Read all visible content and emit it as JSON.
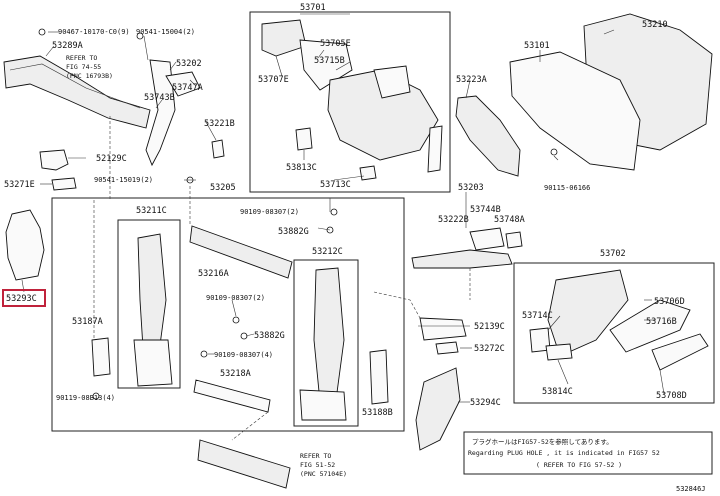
{
  "labels": {
    "p53701": "53701",
    "p53210": "53210",
    "p53101": "53101",
    "p53223a": "53223A",
    "p53707e": "53707E",
    "p53705e": "53705E",
    "p53715b": "53715B",
    "p53813c": "53813C",
    "p53713c": "53713C",
    "f90467": "90467-10170-C0(9)",
    "p53289a": "53289A",
    "f90541a": "90541-15004(2)",
    "p53202": "53202",
    "p53747a": "53747A",
    "p53743b": "53743B",
    "p53221b": "53221B",
    "p52129c": "52129C",
    "p53271e": "53271E",
    "f90541b": "90541-15019(2)",
    "p53205": "53205",
    "p53203": "53203",
    "f90115": "90115-06166",
    "p53211c": "53211C",
    "f90109a": "90109-08307(2)",
    "p53882g_a": "53882G",
    "p53222b": "53222B",
    "p53744b": "53744B",
    "p53748a": "53748A",
    "p53216a": "53216A",
    "p53212c": "53212C",
    "p53702": "53702",
    "p53293c": "53293C",
    "f90109b": "90109-08307(2)",
    "p53187a": "53187A",
    "p53882g_b": "53882G",
    "f90109c": "90109-08307(4)",
    "p53218a": "53218A",
    "f90119": "90119-08B13(4)",
    "p53188b": "53188B",
    "p52139c": "52139C",
    "p53272c": "53272C",
    "p53294c": "53294C",
    "p53714c": "53714C",
    "p53716b": "53716B",
    "p53706d": "53706D",
    "p53814c": "53814C",
    "p53708d": "53708D"
  },
  "refs": {
    "ref1_line1": "REFER TO",
    "ref1_line2": "FIG 74-55",
    "ref1_line3": "(PNC 16793B)",
    "ref2_line1": "REFER TO",
    "ref2_line2": "FIG 51-52",
    "ref2_line3": "(PNC 57104E)"
  },
  "note": {
    "line1": "プラグホールはFIG57-52を参照してあります。",
    "line2": "Regarding PLUG HOLE , it is indicated in FIG57  52",
    "line3": "( REFER TO FIG 57-52 )"
  },
  "footer": {
    "code": "532846J"
  },
  "highlight_color": "#c0223b"
}
